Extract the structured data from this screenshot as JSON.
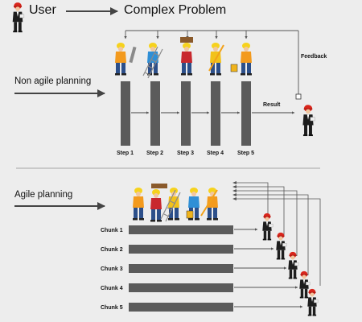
{
  "header": {
    "user_label": "User",
    "problem_label": "Complex Problem"
  },
  "non_agile": {
    "label": "Non agile planning",
    "feedback_label": "Feedback",
    "result_label": "Result",
    "steps": [
      "Step 1",
      "Step 2",
      "Step 3",
      "Step 4",
      "Step 5"
    ]
  },
  "agile": {
    "label": "Agile planning",
    "chunks": [
      "Chunk 1",
      "Chunk 2",
      "Chunk 3",
      "Chunk 4",
      "Chunk 5"
    ]
  },
  "colors": {
    "bar": "#5b5b5b",
    "line": "#555555",
    "arrow": "#444444",
    "helmet": "#d9261c",
    "worker_orange": "#f39a1d",
    "worker_blue": "#2f8fd6",
    "worker_red": "#c8282e",
    "worker_yellow": "#f2c21b"
  },
  "icons": [
    "user-figure-icon",
    "worker-icon",
    "arrow-right-icon",
    "arrow-down-icon"
  ]
}
